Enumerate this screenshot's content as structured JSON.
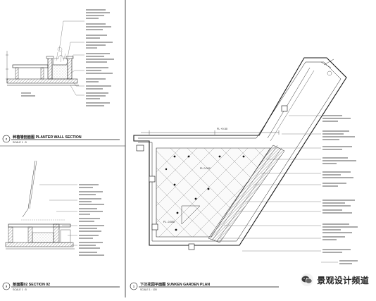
{
  "panels": {
    "planter_wall": {
      "number": "2",
      "title": "种植墙剖面图 PLANTER WALL SECTION",
      "scale": "SCALE 1 : 5"
    },
    "section_02": {
      "number": "3",
      "title": "剖面图02 SECTION 02",
      "scale": "SCALE 1 : 5"
    },
    "sunken_garden": {
      "number": "1",
      "title": "下沉花园平面图 SUNKEN GARDEN PLAN",
      "scale": "SCALE 1 : 100"
    }
  },
  "plan_labels": {
    "top_level": "FL +0.50",
    "center_level": "FL 0.000",
    "bench_level": "FL -0.500"
  },
  "watermark": {
    "text": "景观设计频道"
  },
  "colors": {
    "line": "#1a1a1a",
    "light_line": "#8c8c8c",
    "hatch": "#555555"
  }
}
